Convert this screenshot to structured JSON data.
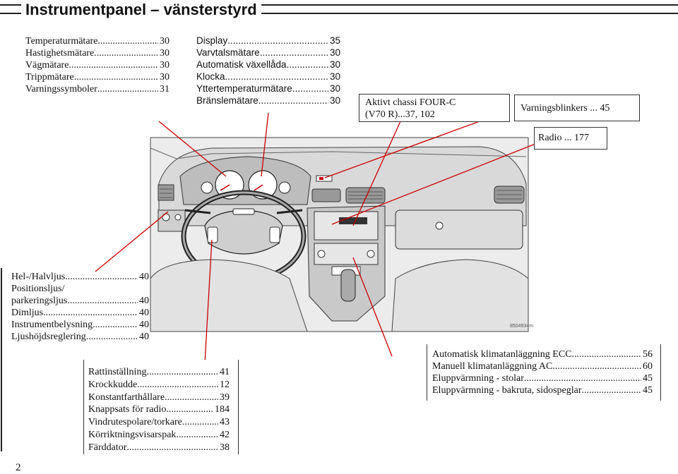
{
  "header": {
    "title": "Instrumentpanel – vänsterstyrd"
  },
  "top_left_list": [
    {
      "label": "Temperaturmätare",
      "page": "30"
    },
    {
      "label": "Hastighetsmätare",
      "page": "30"
    },
    {
      "label": "Vägmätare",
      "page": "30"
    },
    {
      "label": "Trippmätare",
      "page": "30"
    },
    {
      "label": "Varningssymboler",
      "page": "31"
    }
  ],
  "top_mid_list": [
    {
      "label": "Display",
      "page": "35"
    },
    {
      "label": "Varvtalsmätare",
      "page": "30"
    },
    {
      "label": "Automatisk växellåda",
      "page": "30"
    },
    {
      "label": "Klocka",
      "page": "30"
    },
    {
      "label": "Yttertemperaturmätare",
      "page": "30"
    },
    {
      "label": "Bränslemätare",
      "page": "30"
    }
  ],
  "chassis_box": {
    "line1": "Aktivt chassi FOUR-C",
    "line2": "(V70 R)...37, 102"
  },
  "warning_box": {
    "text": "Varningsblinkers ... 45"
  },
  "radio_box": {
    "text": "Radio ... 177"
  },
  "lights_list": [
    {
      "label": "Hel-/Halvljus",
      "page": "40"
    },
    {
      "label": "Positionsljus/",
      "page": ""
    },
    {
      "label": "parkeringsljus",
      "page": "40"
    },
    {
      "label": "Dimljus",
      "page": "40"
    },
    {
      "label": "Instrumentbelysning",
      "page": "40"
    },
    {
      "label": "Ljushöjdsreglering",
      "page": "40"
    }
  ],
  "bottom_mid_list": [
    {
      "label": "Rattinställning",
      "page": "41"
    },
    {
      "label": "Krockkudde",
      "page": "12"
    },
    {
      "label": "Konstantfarthållare",
      "page": "39"
    },
    {
      "label": "Knappsats för radio",
      "page": "184"
    },
    {
      "label": "Vindrutespolare/torkare",
      "page": "43"
    },
    {
      "label": "Körriktningsvisarspak",
      "page": "42"
    },
    {
      "label": "Färddator",
      "page": "38"
    }
  ],
  "climate_list": [
    {
      "label": "Automatisk klimatanläggning ECC",
      "page": "56"
    },
    {
      "label": "Manuell klimatanläggning AC",
      "page": "60"
    },
    {
      "label": "Eluppvärmning - stolar",
      "page": "45"
    },
    {
      "label": "Eluppvärmning - bakruta, sidospeglar",
      "page": "45"
    }
  ],
  "image_code": "8504934m",
  "page_number": "2"
}
